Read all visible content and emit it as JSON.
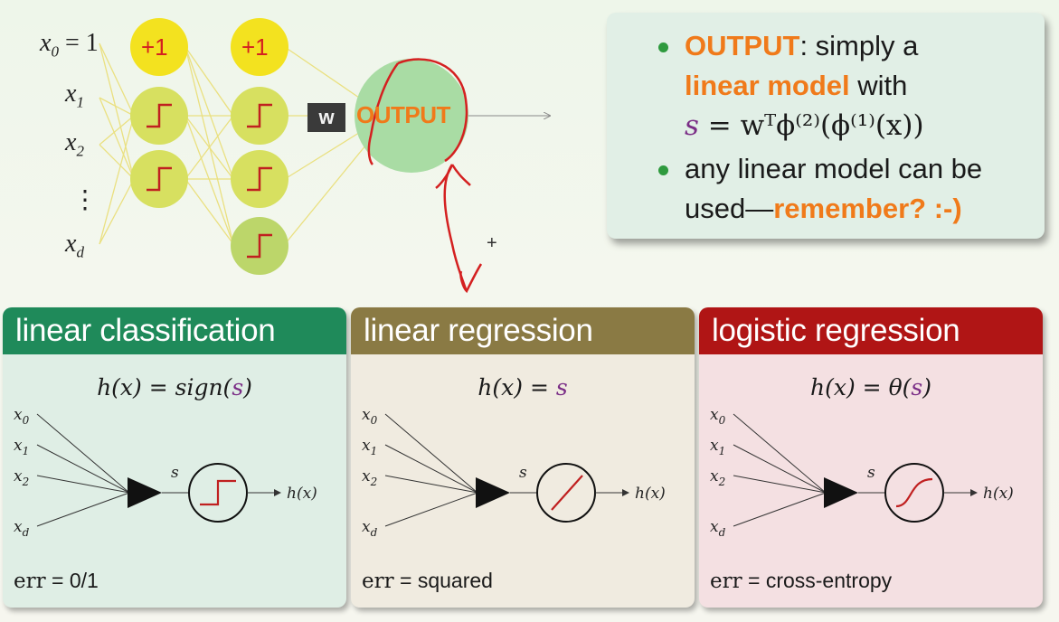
{
  "network": {
    "inputs": [
      "x0 = 1",
      "x1",
      "x2",
      "⋮",
      "xd"
    ],
    "bias_label": "+1",
    "weight_label": "w",
    "output_label": "OUTPUT",
    "annotation_plus": "+"
  },
  "bullets": {
    "item1_word": "OUTPUT",
    "item1_rest": ": simply a",
    "item1_emph": "linear model",
    "item1_with": " with",
    "item1_formula_s": "s",
    "item1_formula": " = wᵀϕ⁽²⁾(ϕ⁽¹⁾(x))",
    "item2_text": "any linear model can be used—",
    "item2_emph": "remember? :-)"
  },
  "panels": [
    {
      "title": "linear classification",
      "formula_lhs": "h(x) = sign(",
      "formula_s": "s",
      "formula_rhs": ")",
      "inputs": [
        "x0",
        "x1",
        "x2",
        "xd"
      ],
      "s_label": "s",
      "output": "h(x)",
      "err_label": "err",
      "err_value": " = 0/1",
      "activation": "step"
    },
    {
      "title": "linear regression",
      "formula_lhs": "h(x) = ",
      "formula_s": "s",
      "formula_rhs": "",
      "inputs": [
        "x0",
        "x1",
        "x2",
        "xd"
      ],
      "s_label": "s",
      "output": "h(x)",
      "err_label": "err",
      "err_value": " = squared",
      "activation": "linear"
    },
    {
      "title": "logistic regression",
      "formula_lhs": "h(x) = θ(",
      "formula_s": "s",
      "formula_rhs": ")",
      "inputs": [
        "x0",
        "x1",
        "x2",
        "xd"
      ],
      "s_label": "s",
      "output": "h(x)",
      "err_label": "err",
      "err_value": " = cross-entropy",
      "activation": "sigmoid"
    }
  ],
  "colors": {
    "bias_node": "#f3e21f",
    "hidden_node": "#d7e060",
    "output_node": "#a9dca4",
    "accent_orange": "#f07a1a",
    "bullet_green": "#2e9a3e",
    "lc_title": "#1f8a5a",
    "lr_title": "#8a7a44",
    "lg_title": "#b01515",
    "annotation_red": "#d42020"
  }
}
